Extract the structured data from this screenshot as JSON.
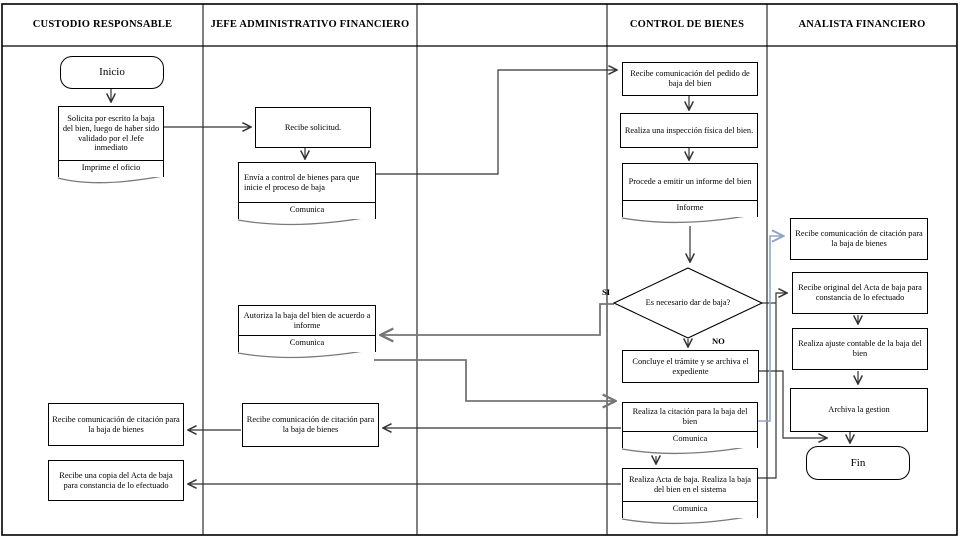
{
  "header": {
    "custodio": "CUSTODIO RESPONSABLE",
    "jefe": "JEFE ADMINISTRATIVO FINANCIERO",
    "control": "CONTROL DE BIENES",
    "analista": "ANALISTA FINANCIERO"
  },
  "nodes": {
    "inicio": {
      "text": "Inicio"
    },
    "solicita": {
      "text": "Solicita por escrito la baja del bien, luego de haber sido validado por el Jefe inmediato",
      "section": "Imprime el oficio"
    },
    "recibe_solicitud": {
      "text": "Recibe solicitud."
    },
    "envia": {
      "text": "Envía a control de bienes para que inicie el proceso de baja",
      "section": "Comunica"
    },
    "recibe_pedido": {
      "text": "Recibe comunicación del pedido de baja del bien"
    },
    "inspeccion": {
      "text": "Realiza una inspección física del bien."
    },
    "informe": {
      "text": "Procede a emitir un informe del bien",
      "section": "Informe"
    },
    "decision": {
      "text": "Es necesario dar de baja?",
      "yes": "SI",
      "no": "NO"
    },
    "autoriza": {
      "text": "Autoriza la baja del bien de acuerdo a informe",
      "section": "Comunica"
    },
    "concluye": {
      "text": "Concluye el trámite y se archiva el expediente"
    },
    "citacion": {
      "text": "Realiza la citación para la baja del bien",
      "section": "Comunica"
    },
    "acta": {
      "text": "Realiza Acta de baja. Realiza la baja del bien en el sistema",
      "section": "Comunica"
    },
    "jefe_recibe_citacion": {
      "text": "Recibe comunicación de citación para la baja de bienes"
    },
    "custodio_recibe_citacion": {
      "text": "Recibe comunicación de citación para la baja de bienes"
    },
    "custodio_recibe_copia": {
      "text": "Recibe una copia del Acta de baja para constancia de lo efectuado"
    },
    "analista_recibe_citacion": {
      "text": "Recibe comunicación de citación para la baja de bienes"
    },
    "analista_recibe_acta": {
      "text": "Recibe original del Acta de baja para constancia de lo efectuado"
    },
    "ajuste": {
      "text": "Realiza ajuste contable de la baja del bien"
    },
    "archiva": {
      "text": "Archiva la gestion"
    },
    "fin": {
      "text": "Fin"
    }
  },
  "colors": {
    "border": "#000000",
    "connector": "#333333",
    "connector_gray": "#757575",
    "connector_blue": "#8fa5c5",
    "wave": "#7a7a7a"
  }
}
